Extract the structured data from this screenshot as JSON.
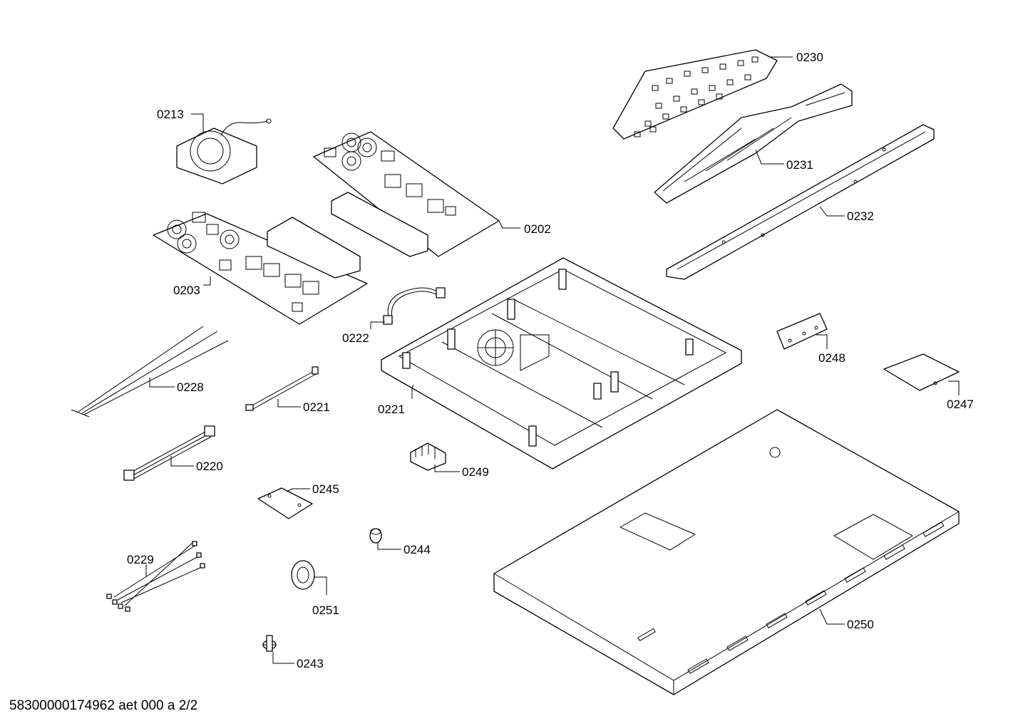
{
  "diagram": {
    "footer_code": "58300000174962 aet 000 a 2/2",
    "callouts": [
      "0230",
      "0213",
      "0231",
      "0232",
      "0202",
      "0203",
      "0222",
      "0248",
      "0228",
      "0221",
      "0221",
      "0247",
      "0220",
      "0249",
      "0245",
      "0244",
      "0229",
      "0251",
      "0250",
      "0243"
    ]
  }
}
